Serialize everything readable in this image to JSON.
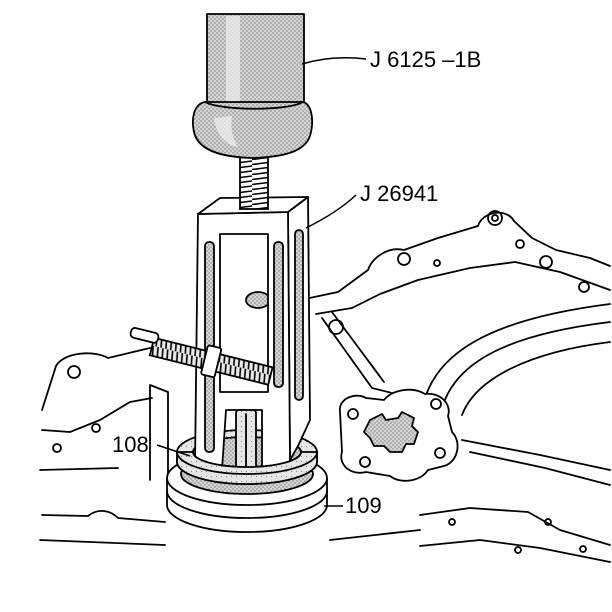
{
  "colors": {
    "line": "#000000",
    "shade": "#d4d4d4",
    "shade_light": "#e6e6e6",
    "background": "#ffffff"
  },
  "callouts": {
    "slide_hammer": "J 6125 –1B",
    "puller": "J 26941",
    "seal": "108",
    "seal_ring": "109"
  }
}
